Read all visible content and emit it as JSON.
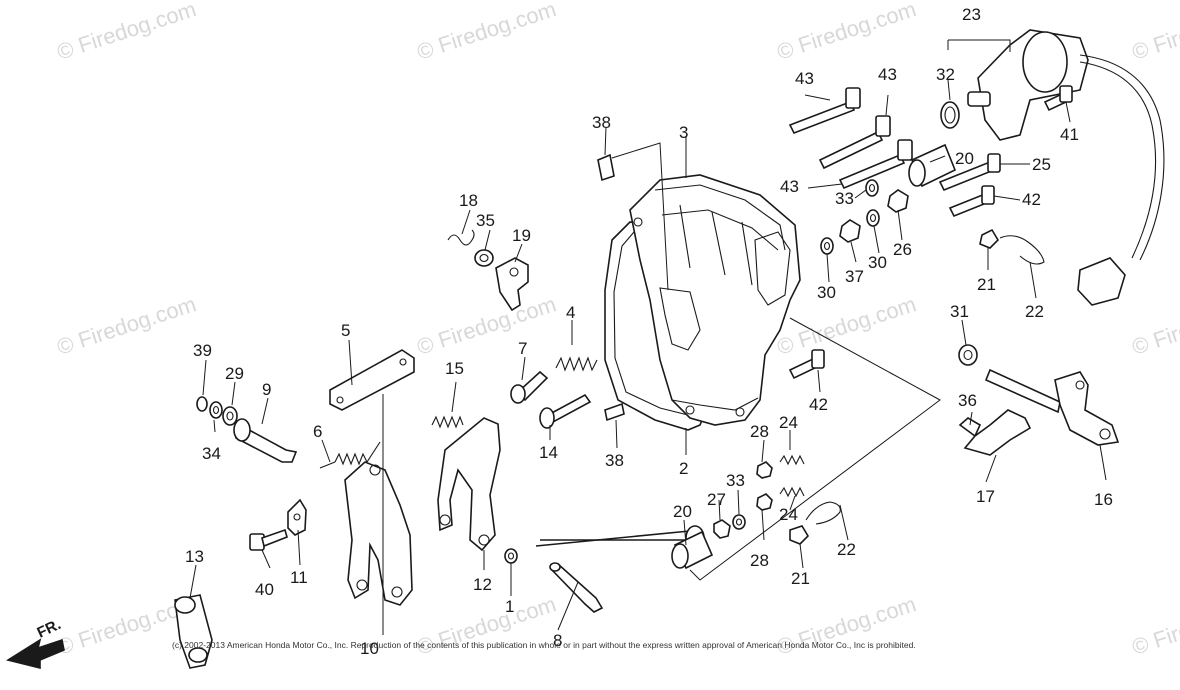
{
  "watermark": "© Firedog.com",
  "copyright": "(c) 2002-2013 American Honda Motor Co., Inc. Reproduction of the contents of this publication in whole or in part without the express written approval of American Honda Motor Co., Inc is prohibited.",
  "direction_label": "FR.",
  "callouts": {
    "c1": "1",
    "c2": "2",
    "c3": "3",
    "c4": "4",
    "c5": "5",
    "c6": "6",
    "c7": "7",
    "c8": "8",
    "c9": "9",
    "c10": "10",
    "c11": "11",
    "c12": "12",
    "c13": "13",
    "c14": "14",
    "c15": "15",
    "c16": "16",
    "c17": "17",
    "c18": "18",
    "c19": "19",
    "c20a": "20",
    "c20b": "20",
    "c21a": "21",
    "c21b": "21",
    "c22a": "22",
    "c22b": "22",
    "c23": "23",
    "c24a": "24",
    "c24b": "24",
    "c25": "25",
    "c26": "26",
    "c27": "27",
    "c28a": "28",
    "c28b": "28",
    "c29": "29",
    "c30a": "30",
    "c30b": "30",
    "c31": "31",
    "c32": "32",
    "c33a": "33",
    "c33b": "33",
    "c34": "34",
    "c35": "35",
    "c36": "36",
    "c37": "37",
    "c38a": "38",
    "c38b": "38",
    "c39": "39",
    "c40": "40",
    "c41": "41",
    "c42a": "42",
    "c42b": "42",
    "c43a": "43",
    "c43b": "43",
    "c43c": "43"
  }
}
